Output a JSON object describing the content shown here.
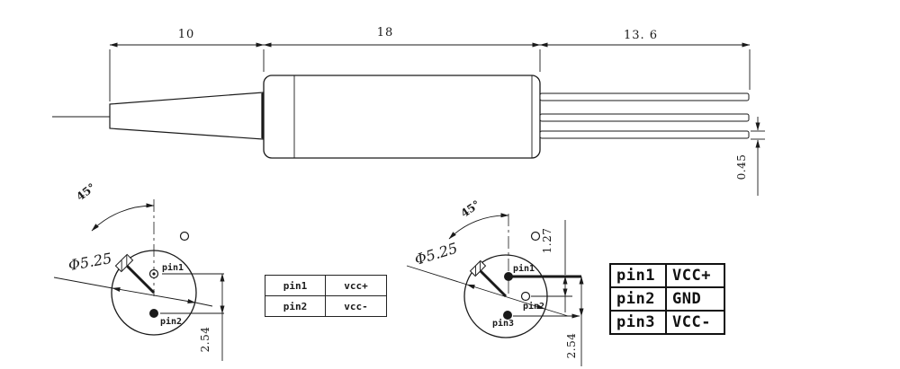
{
  "side_view": {
    "dim_nose_length": "10",
    "dim_body_length": "18",
    "dim_pin_length": "13. 6",
    "dim_pin_thickness": "0.45"
  },
  "left_end_view": {
    "angle": "45°",
    "diameter": "Φ5.25",
    "pin1_label": "pin1",
    "pin2_label": "pin2",
    "pin_pitch": "2.54"
  },
  "right_end_view": {
    "angle": "45°",
    "diameter": "Φ5.25",
    "pin1_label": "pin1",
    "pin2_label": "pin2",
    "pin3_label": "pin3",
    "pin_pitch_small": "1.27",
    "pin_pitch": "2.54"
  },
  "pin_table_2": {
    "rows": [
      {
        "pin": "pin1",
        "signal": "vcc+"
      },
      {
        "pin": "pin2",
        "signal": "vcc-"
      }
    ]
  },
  "pin_table_3": {
    "rows": [
      {
        "pin": "pin1",
        "signal": "VCC+"
      },
      {
        "pin": "pin2",
        "signal": "GND"
      },
      {
        "pin": "pin3",
        "signal": "VCC-"
      }
    ]
  },
  "colors": {
    "line": "#1a1a1a",
    "background": "#ffffff"
  }
}
